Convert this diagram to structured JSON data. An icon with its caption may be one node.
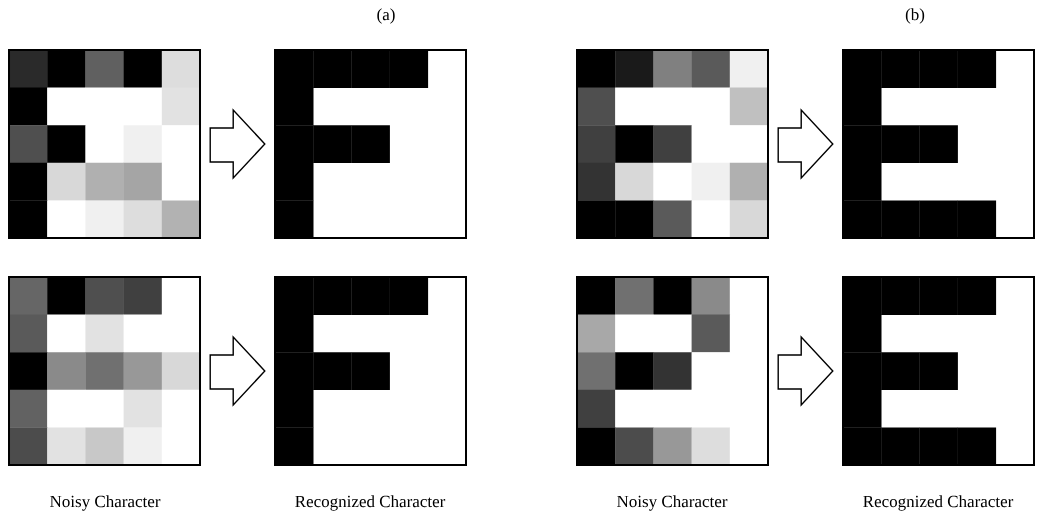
{
  "diagram": {
    "nodes": [
      {
        "text": [],
        "shape": "picture"
      },
      {
        "text": [],
        "shape": "picture"
      },
      {
        "text": [],
        "shape": "picture"
      },
      {
        "text": [],
        "shape": "picture"
      },
      {
        "text": [],
        "shape": "picture"
      },
      {
        "text": [],
        "shape": "picture"
      },
      {
        "text": [],
        "shape": "picture"
      },
      {
        "text": [],
        "shape": "picture"
      }
    ],
    "edges": [
      {
        "from": 0,
        "to": 1,
        "arrow": "to"
      },
      {
        "from": 2,
        "to": 3,
        "arrow": "to"
      },
      {
        "from": 4,
        "to": 5,
        "arrow": "to"
      },
      {
        "from": 6,
        "to": 7,
        "arrow": "to"
      }
    ],
    "labels": [
      "(a)",
      "(b)",
      "Noisy Character",
      "Recognized Character",
      "Noisy Character",
      "Recognized Character"
    ]
  }
}
